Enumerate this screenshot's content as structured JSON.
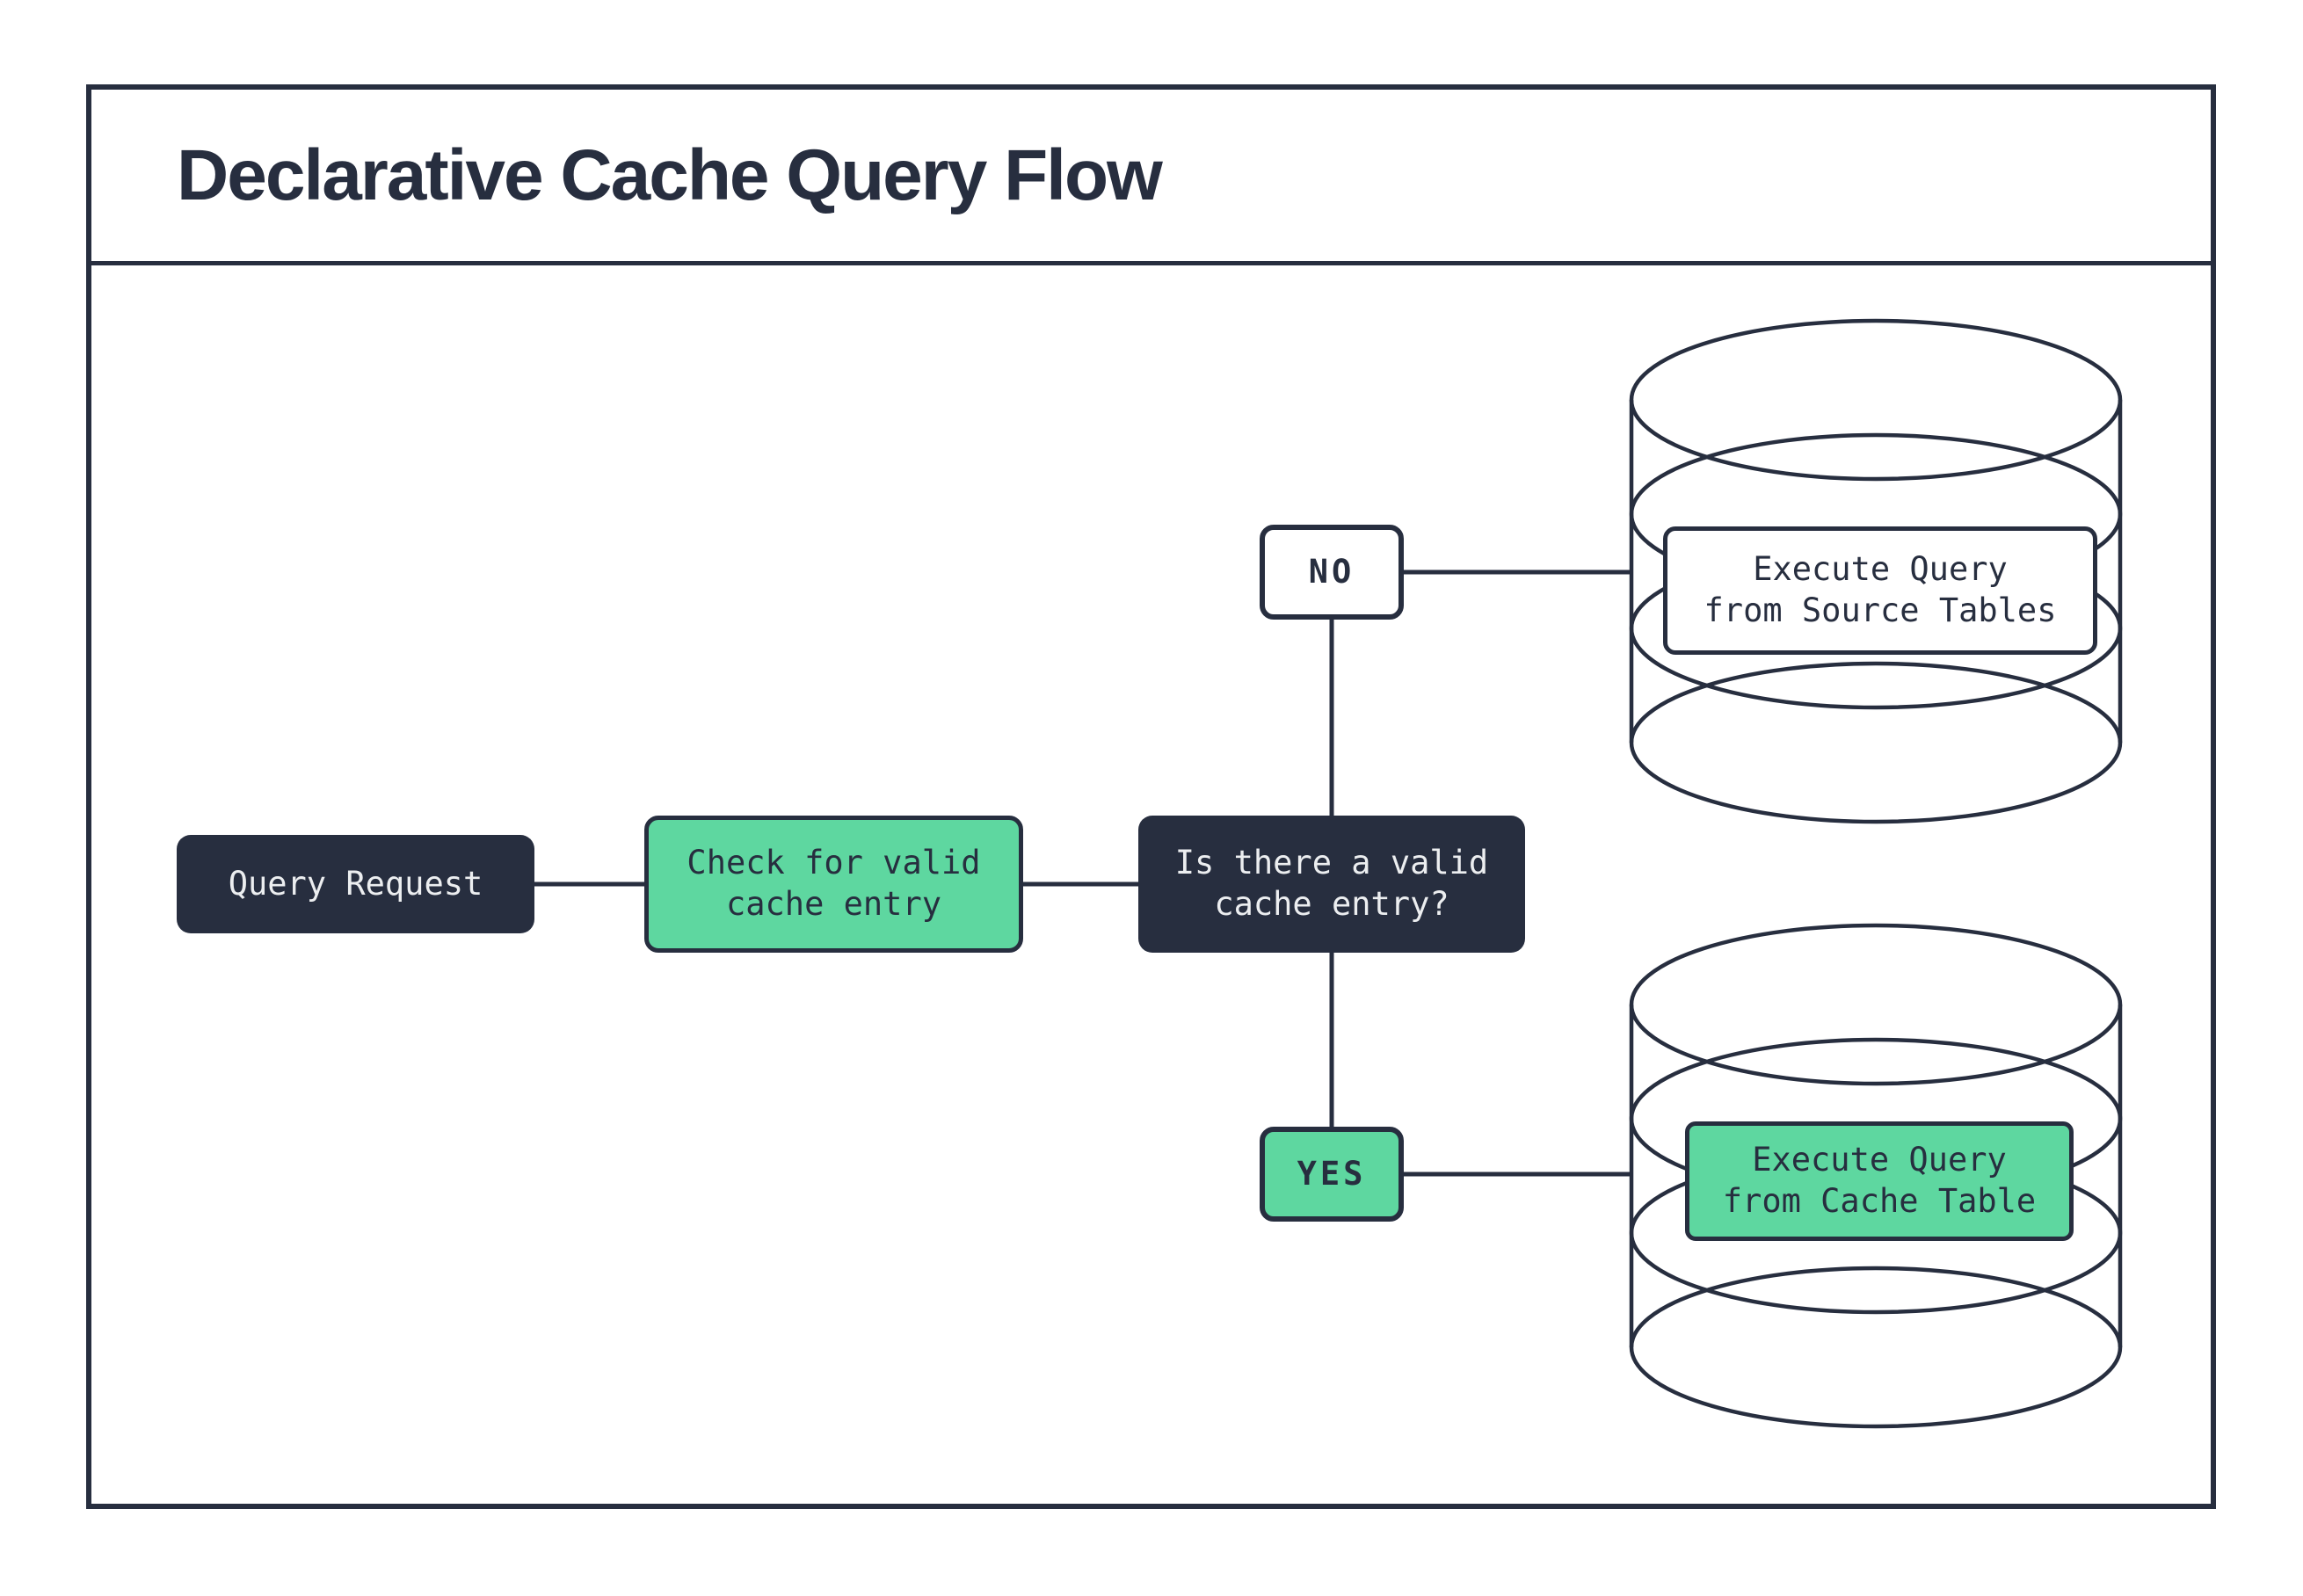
{
  "title": "Declarative Cache Query Flow",
  "colors": {
    "ink": "#272e3f",
    "green": "#5ed7a0",
    "paper": "#ffffff",
    "light_text": "#eceef0"
  },
  "nodes": {
    "query_request": {
      "label": "Query Request"
    },
    "check_cache": {
      "label": "Check for valid\ncache entry"
    },
    "decision": {
      "label": "Is there a valid\ncache entry?"
    },
    "branch_no": {
      "label": "NO"
    },
    "branch_yes": {
      "label": "YES"
    },
    "execute_source": {
      "label": "Execute Query\nfrom Source Tables"
    },
    "execute_cache": {
      "label": "Execute Query\nfrom Cache Table"
    }
  }
}
